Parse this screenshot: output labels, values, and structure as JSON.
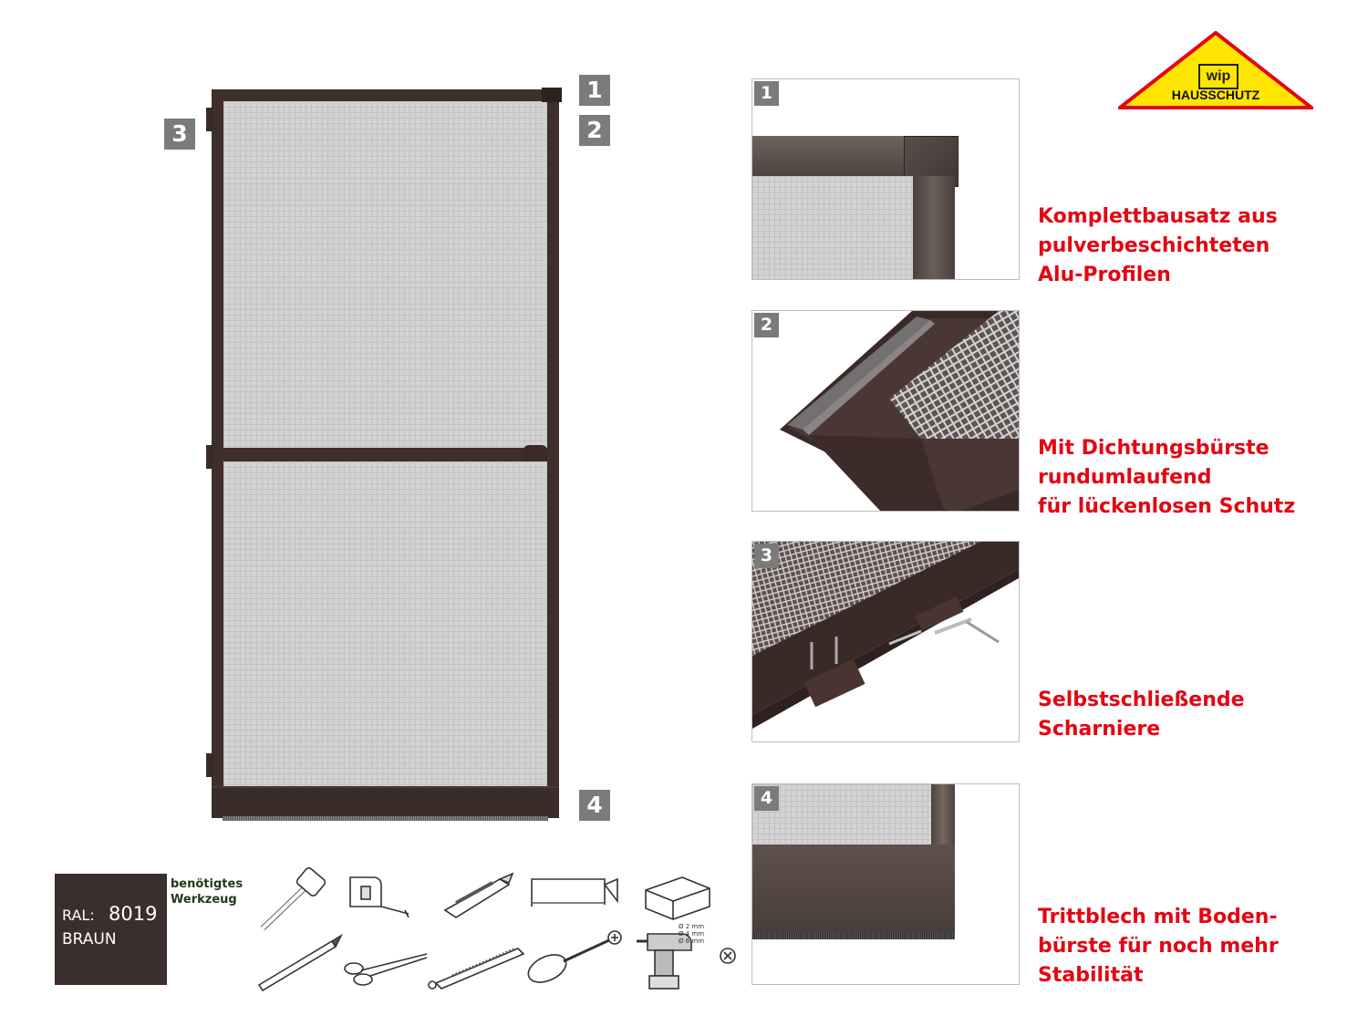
{
  "brand": {
    "box": "wip",
    "name": "HAUSSCHUTZ"
  },
  "markers": [
    "1",
    "2",
    "3",
    "4"
  ],
  "details": [
    {
      "number": "1",
      "caption": "Komplettbausatz aus\npulverbeschichteten\nAlu-Profilen"
    },
    {
      "number": "2",
      "caption": "Mit Dichtungsbürste\nrundumlaufend\nfür lückenlosen Schutz"
    },
    {
      "number": "3",
      "caption": "Selbstschließende\nScharniere"
    },
    {
      "number": "4",
      "caption": "Trittblech mit Boden-\nbürste für noch mehr\nStabilität"
    }
  ],
  "color_chip": {
    "ral_label": "RAL:",
    "ral_code": "8019",
    "color_name": "BRAUN",
    "color_hex": "#3a2f2c"
  },
  "tools": {
    "heading": "benötigtes\nWerkzeug",
    "drill_bits": [
      "Ø 2 mm",
      "Ø 4 mm",
      "Ø 6 mm"
    ],
    "icons": [
      "mallet-icon",
      "tape-measure-icon",
      "utility-knife-icon",
      "hacksaw-icon",
      "miter-box-icon",
      "pencil-icon",
      "scissors-icon",
      "file-icon",
      "screwdriver-icon",
      "cordless-drill-icon",
      "drill-bit-icon"
    ]
  },
  "colors": {
    "frame": "#3f2f2b",
    "accent_red": "#e30613",
    "logo_yellow": "#ffe600",
    "badge_gray": "#7b7b7b"
  }
}
